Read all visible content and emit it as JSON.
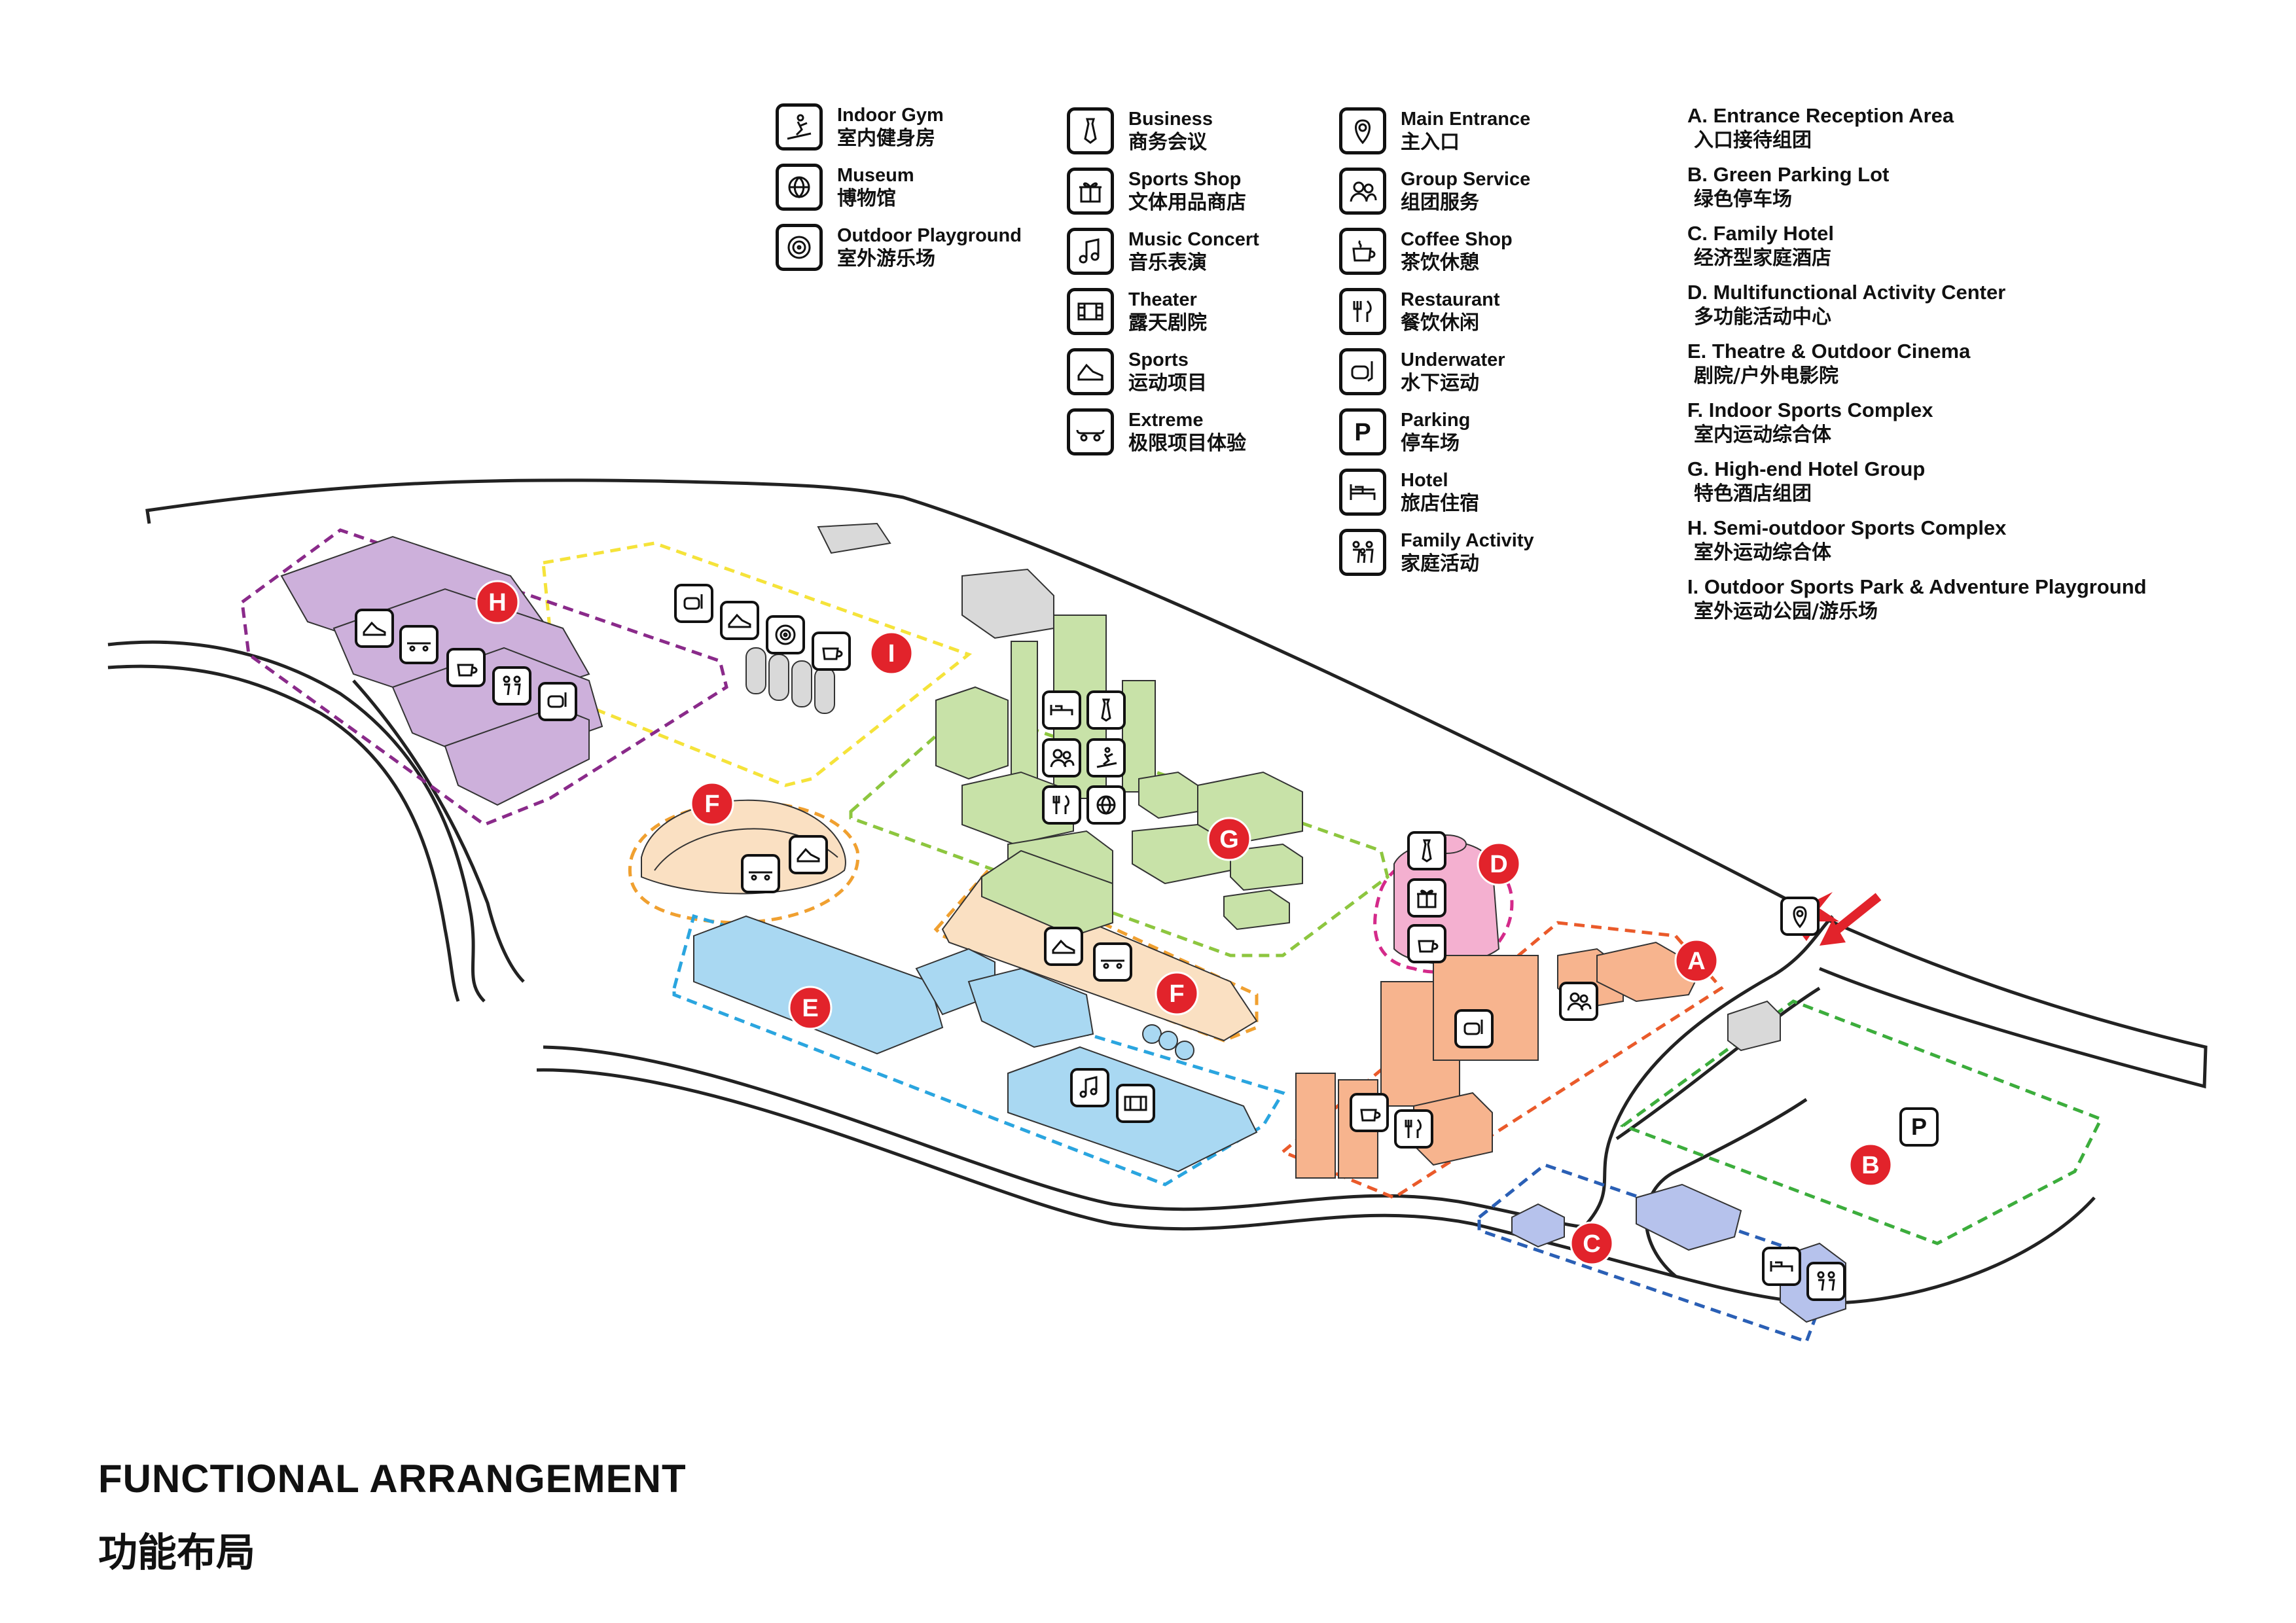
{
  "legend": {
    "col1": [
      {
        "en": "Indoor Gym",
        "zh": "室内健身房",
        "icon": "treadmill-icon"
      },
      {
        "en": "Museum",
        "zh": "博物馆",
        "icon": "globe-icon"
      },
      {
        "en": "Outdoor Playground",
        "zh": "室外游乐场",
        "icon": "target-icon"
      }
    ],
    "col2": [
      {
        "en": "Business",
        "zh": "商务会议",
        "icon": "tie-icon"
      },
      {
        "en": "Sports Shop",
        "zh": "文体用品商店",
        "icon": "gift-icon"
      },
      {
        "en": "Music Concert",
        "zh": "音乐表演",
        "icon": "music-note-icon"
      },
      {
        "en": "Theater",
        "zh": "露天剧院",
        "icon": "film-icon"
      },
      {
        "en": "Sports",
        "zh": "运动项目",
        "icon": "sneaker-icon"
      },
      {
        "en": "Extreme",
        "zh": "极限项目体验",
        "icon": "skateboard-icon"
      }
    ],
    "col3": [
      {
        "en": "Main Entrance",
        "zh": "主入口",
        "icon": "location-pin-icon"
      },
      {
        "en": "Group Service",
        "zh": "组团服务",
        "icon": "group-icon"
      },
      {
        "en": "Coffee Shop",
        "zh": "茶饮休憩",
        "icon": "coffee-cup-icon"
      },
      {
        "en": "Restaurant",
        "zh": "餐饮休闲",
        "icon": "fork-knife-icon"
      },
      {
        "en": "Underwater",
        "zh": "水下运动",
        "icon": "diving-mask-icon"
      },
      {
        "en": "Parking",
        "zh": "停车场",
        "icon": "parking-icon"
      },
      {
        "en": "Hotel",
        "zh": "旅店住宿",
        "icon": "bed-icon"
      },
      {
        "en": "Family Activity",
        "zh": "家庭活动",
        "icon": "family-icon"
      }
    ]
  },
  "areas": [
    {
      "en": "A. Entrance Reception Area",
      "zh": "入口接待组团"
    },
    {
      "en": "B. Green Parking Lot",
      "zh": "绿色停车场"
    },
    {
      "en": "C. Family Hotel",
      "zh": "经济型家庭酒店"
    },
    {
      "en": "D. Multifunctional Activity Center",
      "zh": "多功能活动中心"
    },
    {
      "en": "E. Theatre & Outdoor Cinema",
      "zh": "剧院/户外电影院"
    },
    {
      "en": "F. Indoor Sports Complex",
      "zh": "室内运动综合体"
    },
    {
      "en": "G. High-end Hotel Group",
      "zh": "特色酒店组团"
    },
    {
      "en": "H. Semi-outdoor Sports Complex",
      "zh": "室外运动综合体"
    },
    {
      "en": "I. Outdoor Sports Park & Adventure Playground",
      "zh": "室外运动公园/游乐场"
    }
  ],
  "map_markers": {
    "A": "A",
    "B": "B",
    "C": "C",
    "D": "D",
    "E": "E",
    "F1": "F",
    "F2": "F",
    "G": "G",
    "H": "H",
    "I": "I",
    "parking_sign": "P"
  },
  "colors": {
    "marker_red": "#e2232b",
    "zone_A": "#ea5a2a",
    "zone_B": "#3cad3c",
    "zone_C": "#2a5fb5",
    "zone_D": "#d42a8a",
    "zone_E": "#2aa5df",
    "zone_F": "#f0a030",
    "zone_G": "#8dc63f",
    "zone_H": "#8a2a8a",
    "zone_I": "#f5e33a"
  },
  "title": {
    "en": "FUNCTIONAL ARRANGEMENT",
    "zh": "功能布局"
  }
}
